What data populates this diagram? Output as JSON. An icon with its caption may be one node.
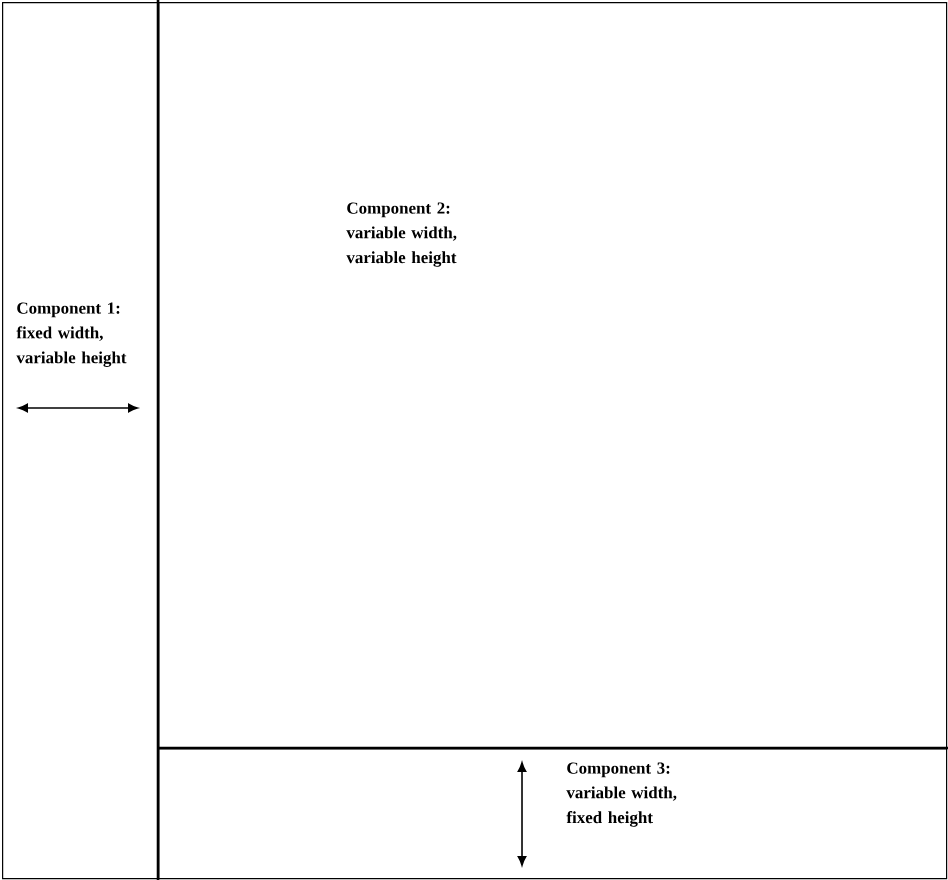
{
  "diagram": {
    "nodes": [
      {
        "text": [
          "Component 1:",
          "fixed width, variable height"
        ]
      },
      {
        "text": [
          "Component 2:",
          "variable width, variable height"
        ]
      },
      {
        "text": [
          "Component 3:",
          "variable width, fixed height"
        ]
      }
    ]
  }
}
